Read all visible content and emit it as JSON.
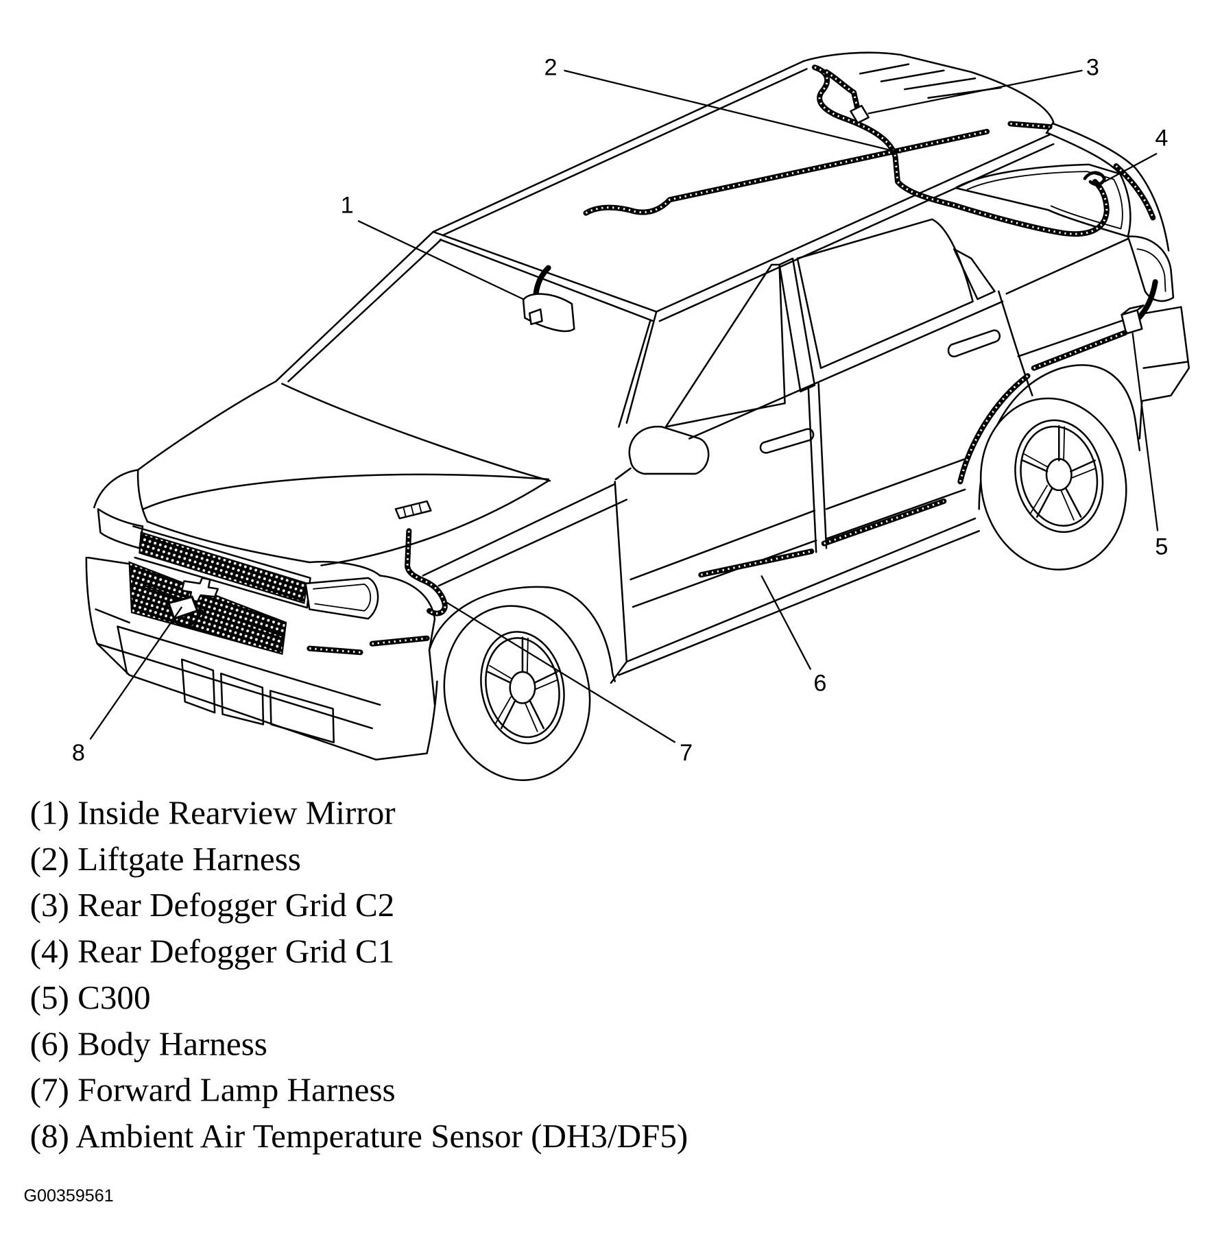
{
  "callouts": [
    "1",
    "2",
    "3",
    "4",
    "5",
    "6",
    "7",
    "8"
  ],
  "legend": [
    "(1) Inside Rearview Mirror",
    "(2) Liftgate Harness",
    "(3) Rear Defogger Grid C2",
    "(4) Rear Defogger Grid C1",
    "(5) C300",
    "(6) Body Harness",
    "(7) Forward Lamp Harness",
    "(8) Ambient Air Temperature Sensor (DH3/DF5)"
  ],
  "figure_id": "G00359561",
  "colors": {
    "line": "#000000",
    "background": "#ffffff"
  }
}
